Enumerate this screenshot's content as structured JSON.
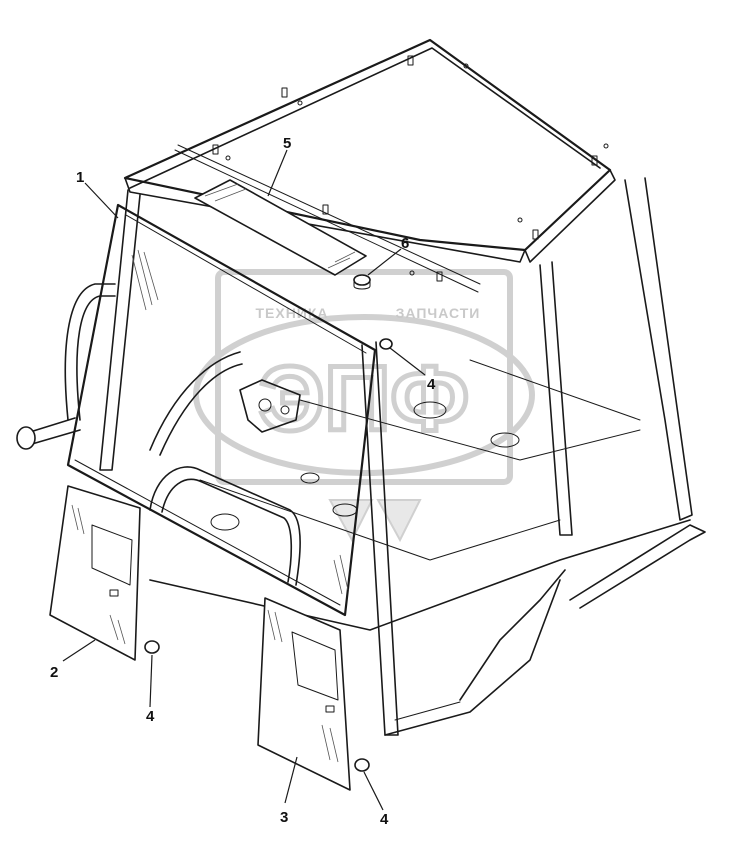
{
  "figure": {
    "callouts": {
      "c1": "1",
      "c2": "2",
      "c3": "3",
      "c4a": "4",
      "c4b": "4",
      "c4c": "4",
      "c5": "5",
      "c6": "6"
    },
    "watermark": {
      "top_text": "ТЕХНИКА",
      "right_text": "ЗАПЧАСТИ",
      "logo_text": "ЭПФ"
    }
  }
}
